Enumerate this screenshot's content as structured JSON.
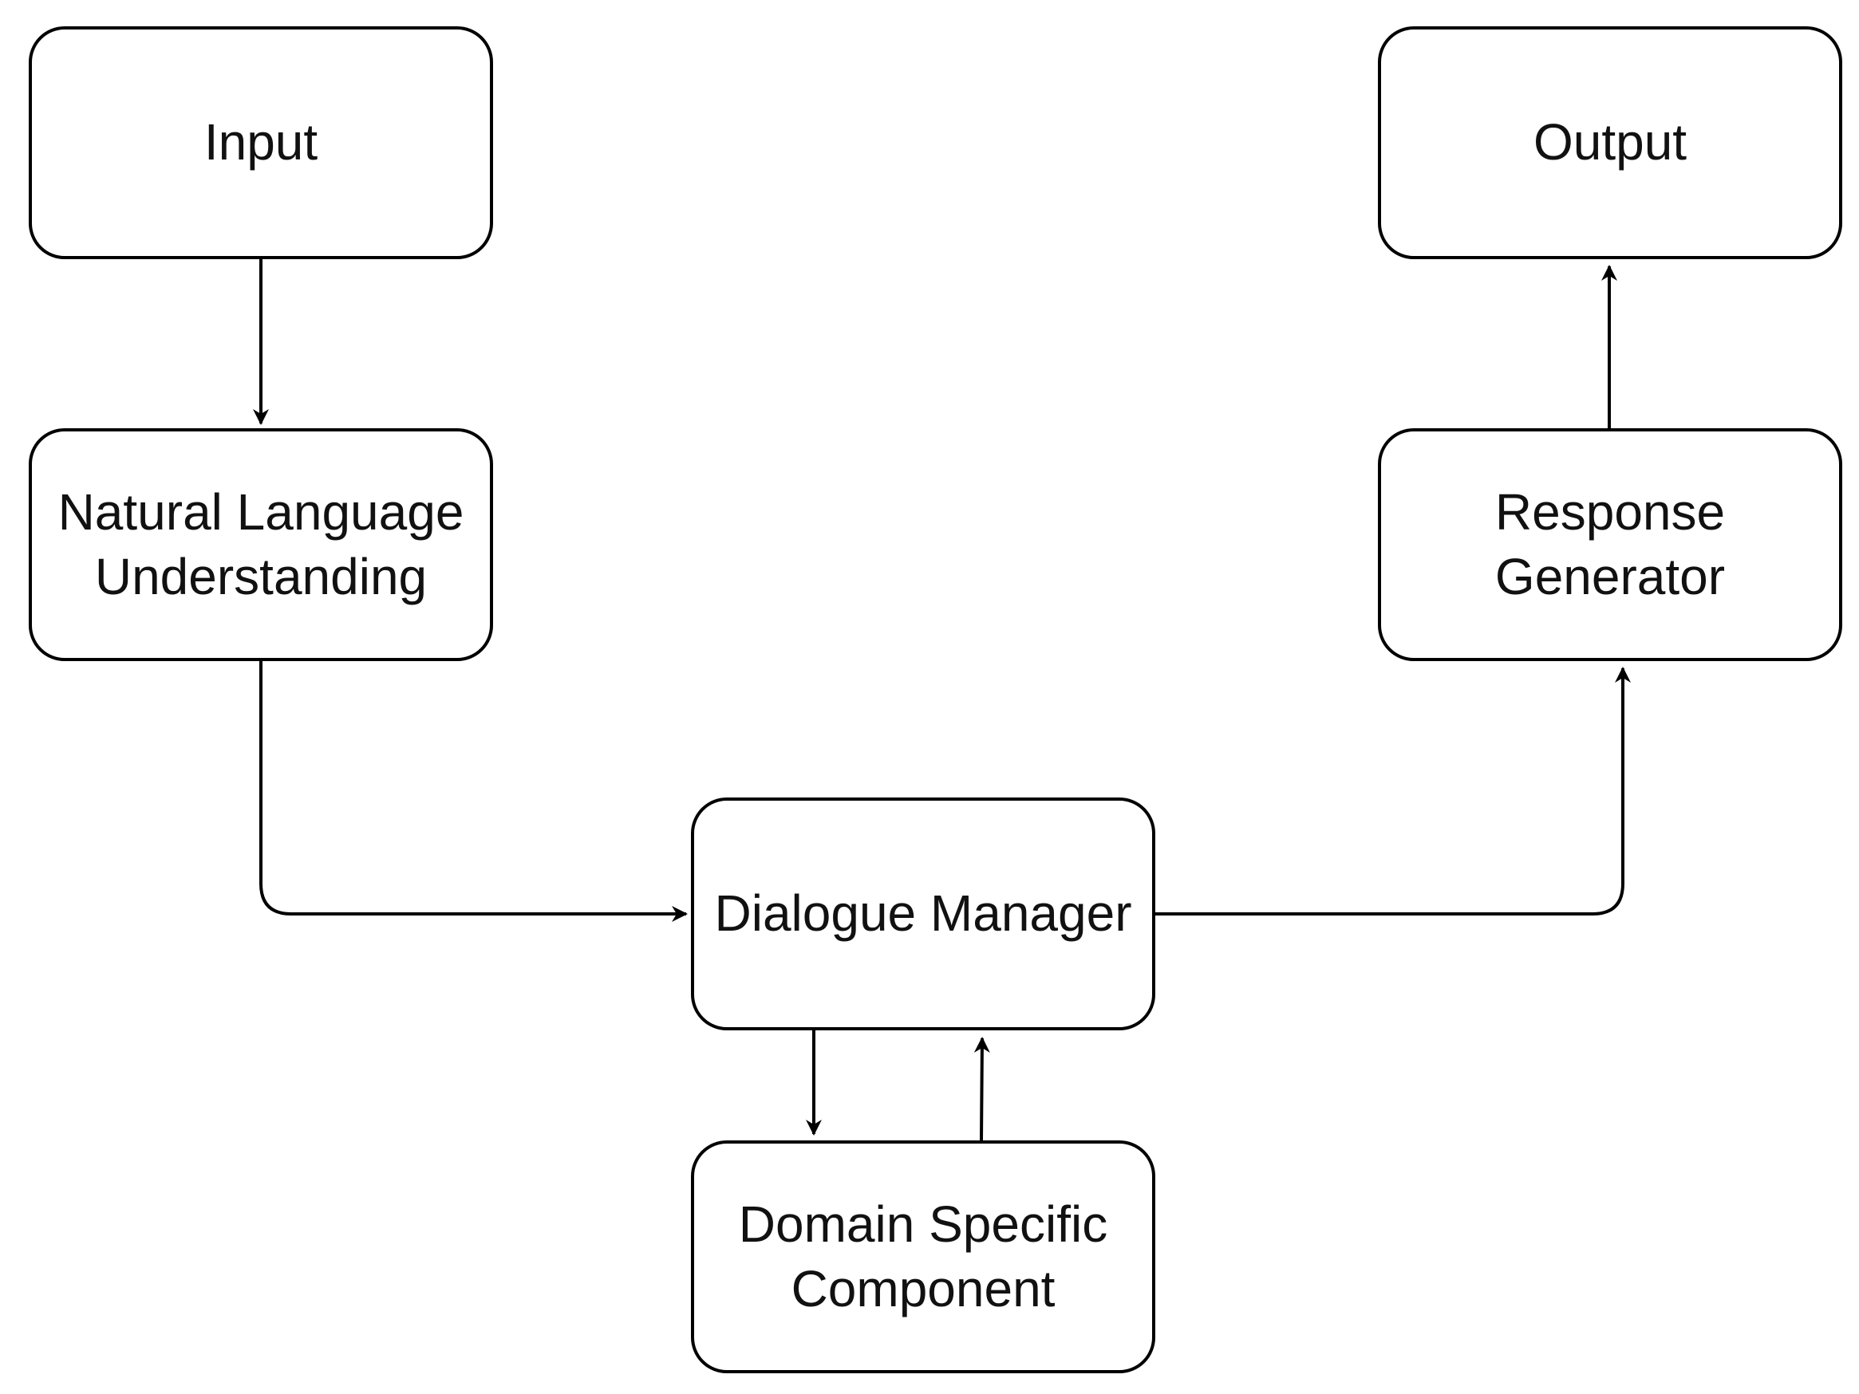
{
  "diagram": {
    "nodes": {
      "input": {
        "line1": "Input"
      },
      "nlu": {
        "line1": "Natural Language",
        "line2": "Understanding"
      },
      "output": {
        "line1": "Output"
      },
      "response_generator": {
        "line1": "Response",
        "line2": "Generator"
      },
      "dialogue_manager": {
        "line1": "Dialogue Manager"
      },
      "domain_component": {
        "line1": "Domain Specific",
        "line2": "Component"
      }
    },
    "edges": [
      {
        "from": "Input",
        "to": "Natural Language Understanding"
      },
      {
        "from": "Natural Language Understanding",
        "to": "Dialogue Manager"
      },
      {
        "from": "Dialogue Manager",
        "to": "Domain Specific Component"
      },
      {
        "from": "Domain Specific Component",
        "to": "Dialogue Manager"
      },
      {
        "from": "Dialogue Manager",
        "to": "Response Generator"
      },
      {
        "from": "Response Generator",
        "to": "Output"
      }
    ],
    "colors": {
      "stroke": "#000000",
      "background": "#ffffff",
      "text": "#111111"
    }
  }
}
